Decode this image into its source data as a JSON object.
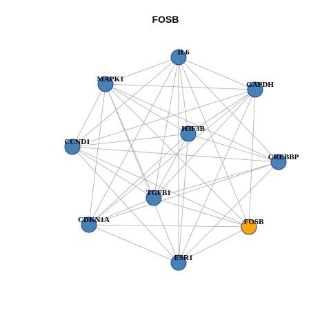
{
  "title": "FOSB",
  "colors": {
    "node": "#4682B4",
    "highlight": "#FFA500",
    "stroke": "#1f3fb3",
    "edge": "#aaaaaa"
  },
  "nodes": [
    {
      "id": "IL6",
      "label": "IL6",
      "highlight": false
    },
    {
      "id": "MAPK1",
      "label": "MAPK1",
      "highlight": false
    },
    {
      "id": "GAPDH",
      "label": "GAPDH",
      "highlight": false
    },
    {
      "id": "H3F3B",
      "label": "H3F3B",
      "highlight": false
    },
    {
      "id": "CCND1",
      "label": "CCND1",
      "highlight": false
    },
    {
      "id": "CREBBP",
      "label": "CREBBP",
      "highlight": false
    },
    {
      "id": "TGFB1",
      "label": "TGFB1",
      "highlight": false
    },
    {
      "id": "CDKN1A",
      "label": "CDKN1A",
      "highlight": false
    },
    {
      "id": "FOSB",
      "label": "FOSB",
      "highlight": true
    },
    {
      "id": "ESR1",
      "label": "ESR1",
      "highlight": false
    }
  ],
  "edges": [
    [
      "IL6",
      "MAPK1"
    ],
    [
      "IL6",
      "GAPDH"
    ],
    [
      "IL6",
      "H3F3B"
    ],
    [
      "IL6",
      "CCND1"
    ],
    [
      "IL6",
      "CREBBP"
    ],
    [
      "IL6",
      "TGFB1"
    ],
    [
      "IL6",
      "CDKN1A"
    ],
    [
      "IL6",
      "FOSB"
    ],
    [
      "IL6",
      "ESR1"
    ],
    [
      "MAPK1",
      "GAPDH"
    ],
    [
      "MAPK1",
      "H3F3B"
    ],
    [
      "MAPK1",
      "CCND1"
    ],
    [
      "MAPK1",
      "CREBBP"
    ],
    [
      "MAPK1",
      "TGFB1"
    ],
    [
      "MAPK1",
      "CDKN1A"
    ],
    [
      "MAPK1",
      "FOSB"
    ],
    [
      "MAPK1",
      "ESR1"
    ],
    [
      "GAPDH",
      "H3F3B"
    ],
    [
      "GAPDH",
      "CCND1"
    ],
    [
      "GAPDH",
      "TGFB1"
    ],
    [
      "GAPDH",
      "CDKN1A"
    ],
    [
      "GAPDH",
      "FOSB"
    ],
    [
      "GAPDH",
      "ESR1"
    ],
    [
      "H3F3B",
      "CCND1"
    ],
    [
      "H3F3B",
      "CREBBP"
    ],
    [
      "H3F3B",
      "TGFB1"
    ],
    [
      "H3F3B",
      "CDKN1A"
    ],
    [
      "H3F3B",
      "ESR1"
    ],
    [
      "CCND1",
      "CREBBP"
    ],
    [
      "CCND1",
      "TGFB1"
    ],
    [
      "CCND1",
      "FOSB"
    ],
    [
      "CCND1",
      "ESR1"
    ],
    [
      "CREBBP",
      "TGFB1"
    ],
    [
      "CREBBP",
      "CDKN1A"
    ],
    [
      "CREBBP",
      "ESR1"
    ],
    [
      "TGFB1",
      "FOSB"
    ],
    [
      "TGFB1",
      "CDKN1A"
    ],
    [
      "CDKN1A",
      "FOSB"
    ],
    [
      "CDKN1A",
      "ESR1"
    ],
    [
      "FOSB",
      "ESR1"
    ]
  ]
}
